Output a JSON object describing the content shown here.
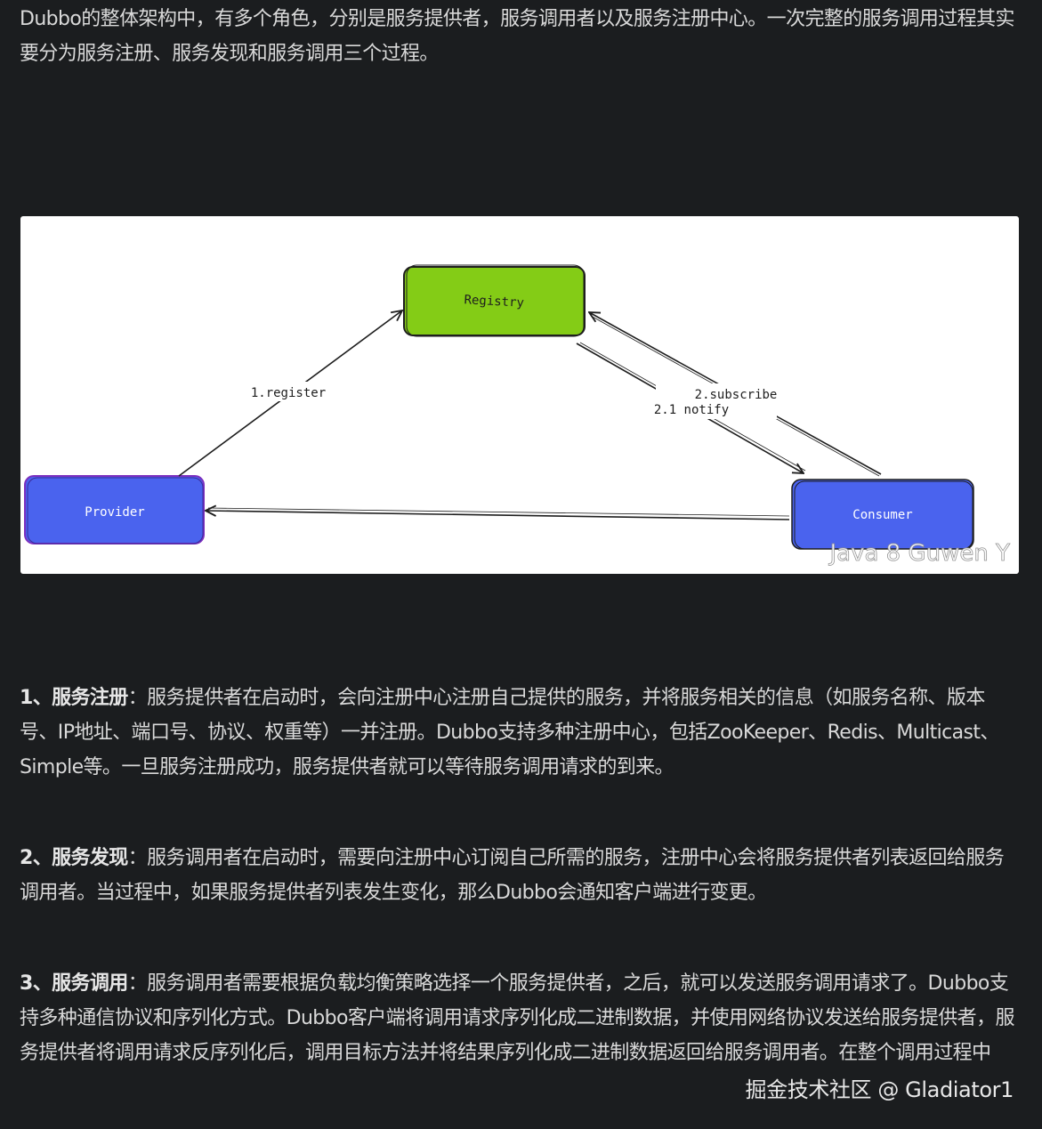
{
  "intro": {
    "text": "Dubbo的整体架构中，有多个角色，分别是服务提供者，服务调用者以及服务注册中心。一次完整的服务调用过程其实要分为服务注册、服务发现和服务调用三个过程。"
  },
  "diagram": {
    "nodes": {
      "registry": "Registry",
      "provider": "Provider",
      "consumer": "Consumer"
    },
    "edges": {
      "register": "1.register",
      "subscribe": "2.subscribe",
      "notify": "2.1 notify"
    },
    "colors": {
      "registry_fill": "#84cc16",
      "provider_fill": "#4a63ee",
      "consumer_fill": "#4a63ee",
      "stroke": "#1e1e1e"
    },
    "watermark": "Java 8 Guwen Y"
  },
  "steps": [
    {
      "title": "1、服务注册",
      "body": "：服务提供者在启动时，会向注册中心注册自己提供的服务，并将服务相关的信息（如服务名称、版本号、IP地址、端口号、协议、权重等）一并注册。Dubbo支持多种注册中心，包括ZooKeeper、Redis、Multicast、Simple等。一旦服务注册成功，服务提供者就可以等待服务调用请求的到来。"
    },
    {
      "title": "2、服务发现",
      "body": "：服务调用者在启动时，需要向注册中心订阅自己所需的服务，注册中心会将服务提供者列表返回给服务调用者。当过程中，如果服务提供者列表发生变化，那么Dubbo会通知客户端进行变更。"
    },
    {
      "title": "3、服务调用",
      "body": "：服务调用者需要根据负载均衡策略选择一个服务提供者，之后，就可以发送服务调用请求了。Dubbo支持多种通信协议和序列化方式。Dubbo客户端将调用请求序列化成二进制数据，并使用网络协议发送给服务提供者，服务提供者将调用请求反序列化后，调用目标方法并将结果序列化成二进制数据返回给服务调用者。在整个调用过程中"
    }
  ],
  "footer": {
    "watermark": "掘金技术社区 @ Gladiator1"
  }
}
